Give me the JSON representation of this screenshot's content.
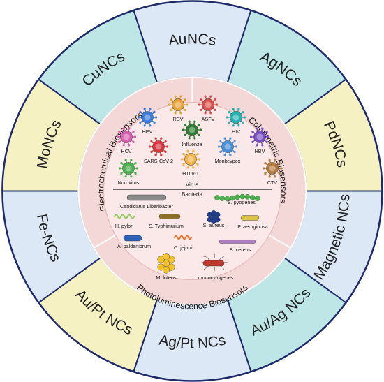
{
  "outer_ring": {
    "segments": [
      {
        "label": "AuNCs",
        "color": "#dde8f7"
      },
      {
        "label": "AgNCs",
        "color": "#bfe6e6"
      },
      {
        "label": "PdNCs",
        "color": "#f6f1c3"
      },
      {
        "label": "Magnetic NCs",
        "color": "#dde8f7"
      },
      {
        "label": "Au/Ag NCs",
        "color": "#bfe6e6"
      },
      {
        "label": "Ag/Pt NCs",
        "color": "#dde8f7"
      },
      {
        "label": "Au/Pt NCs",
        "color": "#f6f1c3"
      },
      {
        "label": "Fe-NCs",
        "color": "#dde8f7"
      },
      {
        "label": "MoNCs",
        "color": "#f6f1c3"
      },
      {
        "label": "CuNCs",
        "color": "#bfe6e6"
      }
    ],
    "border_color": "#1f2a6b"
  },
  "inner_ring": {
    "color": "#f4d8d8",
    "electrochemical": "Electrochemical Biosensors",
    "colorimetric": "Colorimetric Biosensors",
    "photoluminescence": "Photoluminescence Biosensors"
  },
  "center": {
    "color": "#fbe8e8",
    "virus_title": "Virus",
    "bacteria_title": "Bacteria",
    "viruses": [
      {
        "name": "RSV",
        "color": "#e8a33a"
      },
      {
        "name": "ASFV",
        "color": "#d9534f"
      },
      {
        "name": "HPV",
        "color": "#3b7dd8"
      },
      {
        "name": "HIV",
        "color": "#2ab0b0"
      },
      {
        "name": "Influenza",
        "color": "#2e7d32"
      },
      {
        "name": "HCV",
        "color": "#d65fb0"
      },
      {
        "name": "HBV",
        "color": "#7b4fc4"
      },
      {
        "name": "SARS-CoV-2",
        "color": "#d9363e"
      },
      {
        "name": "Monkeypox",
        "color": "#4b8fd6"
      },
      {
        "name": "HTLV-1",
        "color": "#f0b24a"
      },
      {
        "name": "Norovirus",
        "color": "#4caf50"
      },
      {
        "name": "CTV",
        "color": "#b07a3e"
      }
    ],
    "bacteria": [
      {
        "name": "Candidatus Liberibacter",
        "color": "#8a8a8a"
      },
      {
        "name": "S. pyogenes",
        "color": "#4caf50"
      },
      {
        "name": "H. pylori",
        "color": "#9ccc65"
      },
      {
        "name": "S. Typhimurium",
        "color": "#8d6e2b"
      },
      {
        "name": "S. aureus",
        "color": "#1f3c8f"
      },
      {
        "name": "P. aeruginosa",
        "color": "#d8c44a"
      },
      {
        "name": "A. baldaniorum",
        "color": "#2f5fb3"
      },
      {
        "name": "C. jejuni",
        "color": "#e07a3a"
      },
      {
        "name": "B. cereus",
        "color": "#b07cc6"
      },
      {
        "name": "M. luteus",
        "color": "#f2c12e"
      },
      {
        "name": "L. monocytogenes",
        "color": "#c0392b"
      }
    ]
  }
}
